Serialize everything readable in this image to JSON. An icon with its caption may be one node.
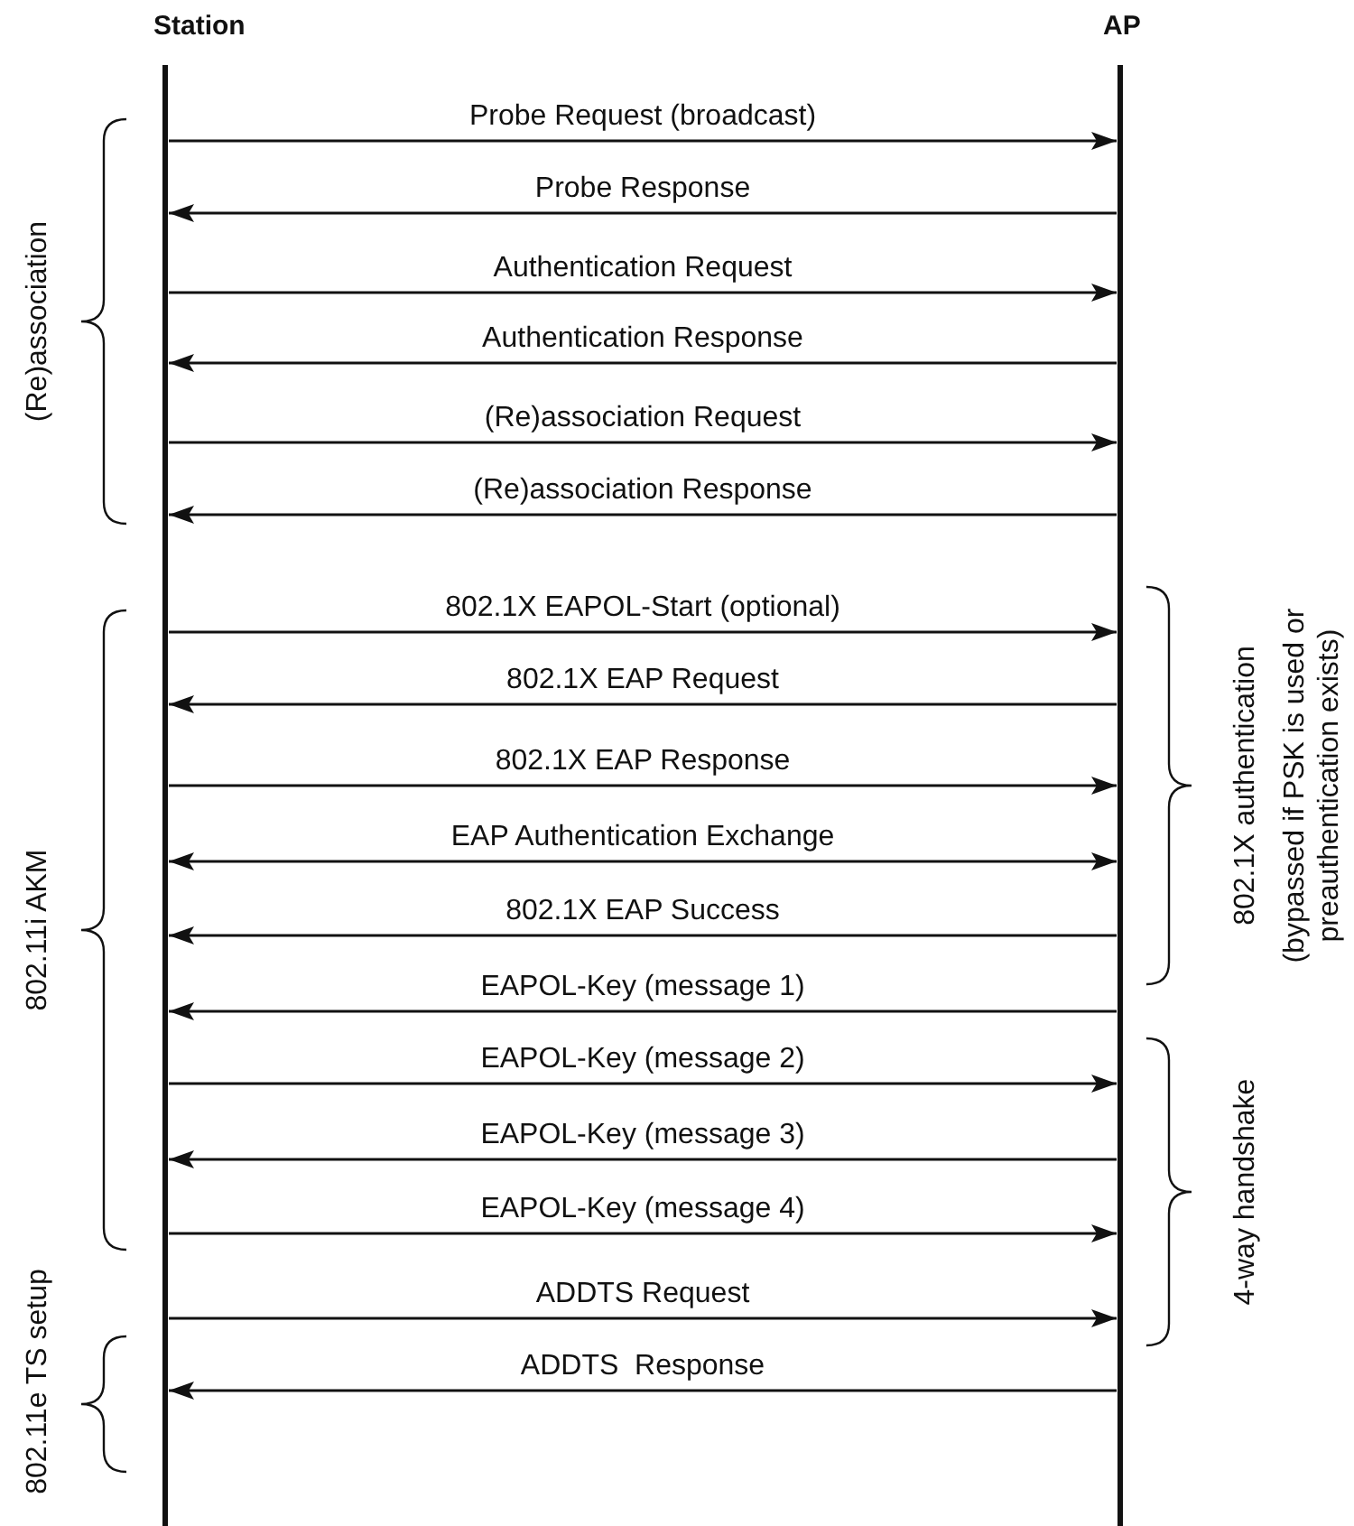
{
  "diagram": {
    "nodes": [
      {
        "text": [
          "Station"
        ]
      },
      {
        "text": [
          "AP"
        ]
      }
    ],
    "edges": [
      {
        "from": 0,
        "to": 1,
        "arrow": "to",
        "label": "Probe Request (broadcast)"
      },
      {
        "from": 1,
        "to": 0,
        "arrow": "to",
        "label": "Probe Response"
      },
      {
        "from": 0,
        "to": 1,
        "arrow": "to",
        "label": "Authentication Request"
      },
      {
        "from": 1,
        "to": 0,
        "arrow": "to",
        "label": "Authentication Response"
      },
      {
        "from": 0,
        "to": 1,
        "arrow": "to",
        "label": "(Re)association Request"
      },
      {
        "from": 1,
        "to": 0,
        "arrow": "to",
        "label": "(Re)association Response"
      },
      {
        "from": 0,
        "to": 1,
        "arrow": "to",
        "label": "802.1X EAPOL-Start (optional)"
      },
      {
        "from": 1,
        "to": 0,
        "arrow": "to",
        "label": "802.1X EAP Request"
      },
      {
        "from": 0,
        "to": 1,
        "arrow": "to",
        "label": "802.1X EAP Response"
      },
      {
        "from": 0,
        "to": 1,
        "arrow": "both",
        "label": "EAP Authentication Exchange"
      },
      {
        "from": 1,
        "to": 0,
        "arrow": "to",
        "label": "802.1X EAP Success"
      },
      {
        "from": 1,
        "to": 0,
        "arrow": "to",
        "label": "EAPOL-Key (message 1)"
      },
      {
        "from": 0,
        "to": 1,
        "arrow": "to",
        "label": "EAPOL-Key (message 2)"
      },
      {
        "from": 1,
        "to": 0,
        "arrow": "to",
        "label": "EAPOL-Key (message 3)"
      },
      {
        "from": 0,
        "to": 1,
        "arrow": "to",
        "label": "EAPOL-Key (message 4)"
      },
      {
        "from": 0,
        "to": 1,
        "arrow": "to",
        "label": "ADDTS Request"
      },
      {
        "from": 1,
        "to": 0,
        "arrow": "to",
        "label": "ADDTS  Response"
      }
    ],
    "labels": [
      "(Re)association",
      "802.1X authentication",
      "(bypassed if PSK is used or preauthentication exists)",
      "802.11i AKM",
      "4-way handshake",
      "802.11e TS setup"
    ]
  }
}
